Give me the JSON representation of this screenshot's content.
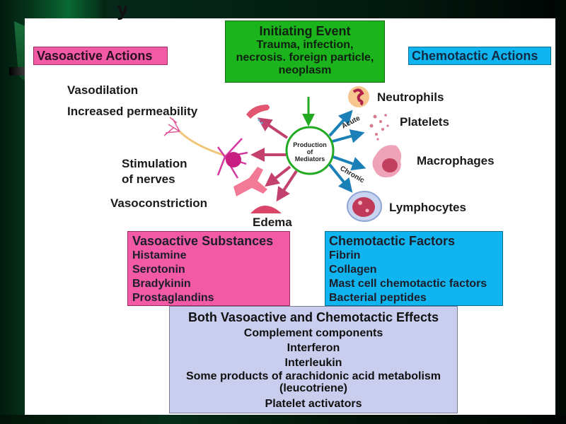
{
  "slide": {
    "title_fragment": "y"
  },
  "initiating_event": {
    "title": "Initiating Event",
    "lines": [
      "Trauma, infection,",
      "necrosis. foreign particle,",
      "neoplasm"
    ]
  },
  "vasoactive_actions": {
    "header": "Vasoactive Actions",
    "items": [
      "Vasodilation",
      "Increased permeability",
      "Stimulation",
      "of nerves",
      "Vasoconstriction",
      "Edema"
    ]
  },
  "chemotactic_actions": {
    "header": "Chemotactic Actions",
    "items": [
      "Neutrophils",
      "Platelets",
      "Macrophages",
      "Lymphocytes"
    ],
    "arrow_labels": {
      "acute": "Acute",
      "chronic": "Chronic"
    }
  },
  "center": {
    "lines": [
      "Production",
      "of",
      "Mediators"
    ]
  },
  "vasoactive_substances": {
    "header": "Vasoactive Substances",
    "items": [
      "Histamine",
      "Serotonin",
      "Bradykinin",
      "Prostaglandins"
    ]
  },
  "chemotactic_factors": {
    "header": "Chemotactic Factors",
    "items": [
      "Fibrin",
      "Collagen",
      "Mast cell chemotactic factors",
      "Bacterial peptides"
    ]
  },
  "both_effects": {
    "header": "Both Vasoactive and Chemotactic Effects",
    "items": [
      "Complement components",
      "Interferon",
      "Interleukin",
      "Some products of arachidonic acid metabolism",
      "(leucotriene)",
      "Platelet activators"
    ]
  },
  "colors": {
    "vasoactive": "#f25aa6",
    "chemotactic": "#10b5ef",
    "initiating": "#1cb41c",
    "both": "#c9cdee",
    "center_ring": "#22aa22",
    "vaso_arrow": "#c2416f",
    "chemo_arrow": "#1c80b8"
  }
}
